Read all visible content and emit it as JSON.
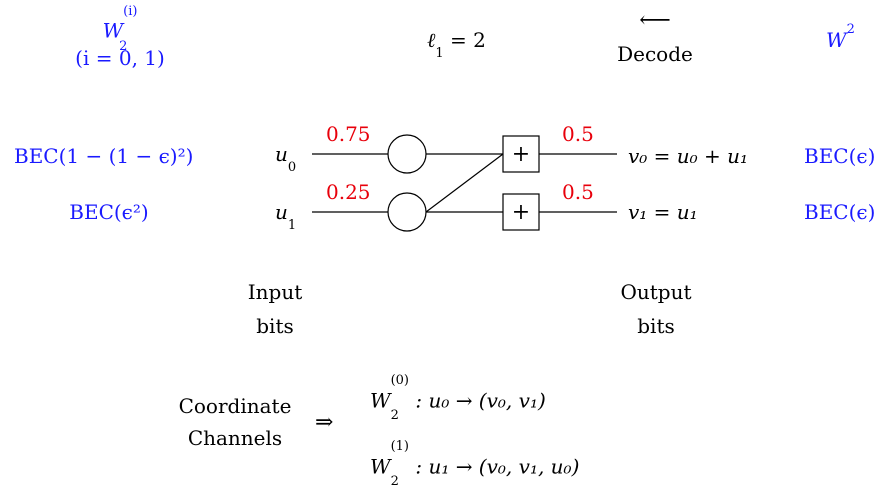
{
  "header": {
    "W_label": "W",
    "W_sub": "2",
    "W_sup": "(i)",
    "i_range": "(i = 0, 1)",
    "l1": "= 2",
    "decode_arrow": "⟵",
    "decode_label": "Decode",
    "W2_base": "W",
    "W2_sup": "2"
  },
  "channels_left": {
    "top": "BEC(1 − (1 − ϵ)²)",
    "bottom": "BEC(ϵ²)"
  },
  "channels_right": {
    "top": "BEC(ϵ)",
    "bottom": "BEC(ϵ)"
  },
  "inputs": {
    "u0": "u",
    "u0_sub": "0",
    "u1": "u",
    "u1_sub": "1"
  },
  "edge_labels": {
    "in_top": "0.75",
    "in_bottom": "0.25",
    "out_top": "0.5",
    "out_bottom": "0.5"
  },
  "xor_symbol": "+",
  "outputs": {
    "v0_expr": "v₀ = u₀ + u₁",
    "v1_expr": "v₁ = u₁"
  },
  "captions": {
    "input_line1": "Input",
    "input_line2": "bits",
    "output_line1": "Output",
    "output_line2": "bits"
  },
  "coordinate": {
    "label_line1": "Coordinate",
    "label_line2": "Channels",
    "arrow": "⇒",
    "ch0_expr": ": u₀ → (v₀, v₁)",
    "ch1_expr": ": u₁ → (v₀, v₁, u₀)",
    "ch0_sup": "(0)",
    "ch1_sup": "(1)",
    "W": "W",
    "sub": "2"
  },
  "colors": {
    "blue": "#1a1aff",
    "red": "#e8000b"
  }
}
